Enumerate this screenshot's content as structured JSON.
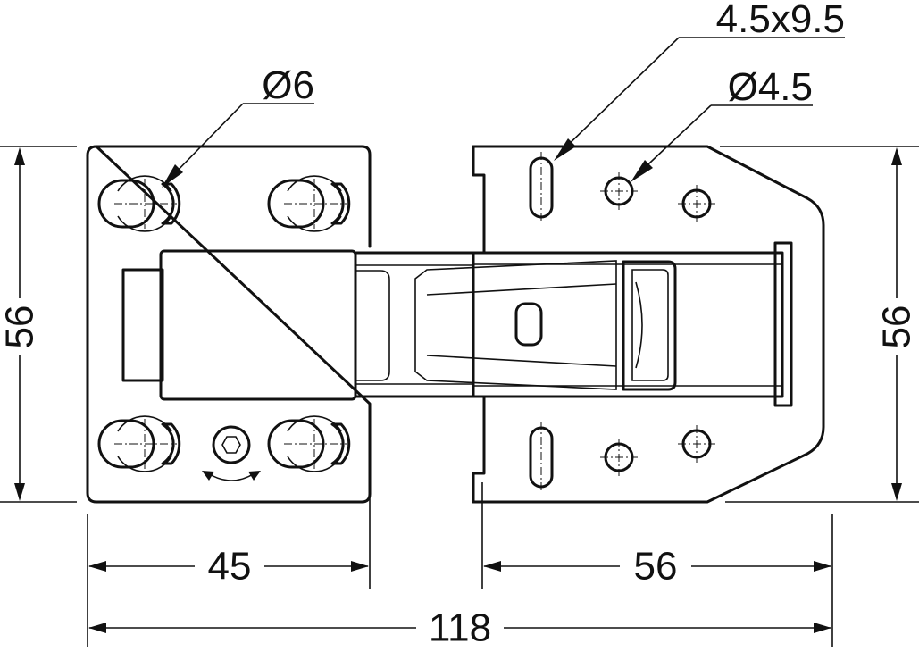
{
  "dimensions": {
    "slot_size": "4.5x9.5",
    "hole_small_diameter": "Ø4.5",
    "hole_large_diameter": "Ø6",
    "height_left": "56",
    "height_right": "56",
    "width_mounting_plate": "45",
    "width_hinge_arm": "56",
    "overall_length": "118"
  },
  "colors": {
    "line": "#111111",
    "background": "#ffffff"
  }
}
